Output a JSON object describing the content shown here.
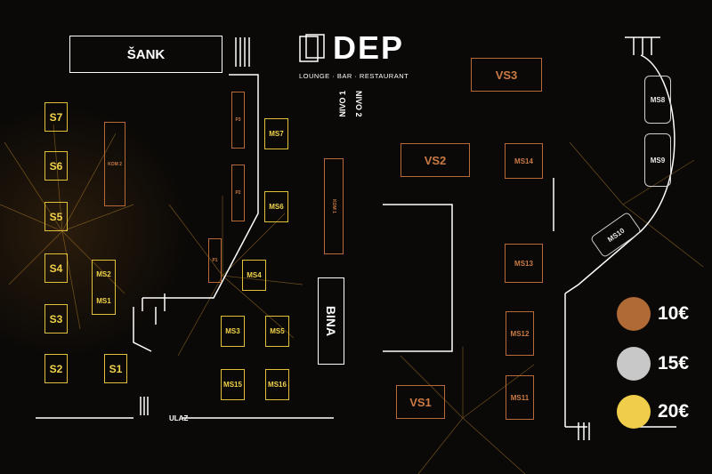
{
  "logo": {
    "brand": "DEP",
    "subtitle": "LOUNGE · BAR · RESTAURANT"
  },
  "levels": {
    "level1": "NIVO 1",
    "level2": "NIVO 2"
  },
  "areas": {
    "bar": "ŠANK",
    "stage": "BINA",
    "entrance": "ULAZ"
  },
  "seats": {
    "S7": "S7",
    "S6": "S6",
    "S5": "S5",
    "S4": "S4",
    "S3": "S3",
    "S2": "S2",
    "S1": "S1",
    "KOM2": "KOM 2",
    "KOM1": "KOM 1",
    "P3": "P3",
    "P2": "P2",
    "P1": "P1",
    "MS1": "MS1",
    "MS2": "MS2",
    "MS3": "MS3",
    "MS4": "MS4",
    "MS5": "MS5",
    "MS6": "MS6",
    "MS7": "MS7",
    "MS8": "MS8",
    "MS9": "MS9",
    "MS10": "MS10",
    "MS11": "MS11",
    "MS12": "MS12",
    "MS13": "MS13",
    "MS14": "MS14",
    "MS15": "MS15",
    "MS16": "MS16",
    "VS1": "VS1",
    "VS2": "VS2",
    "VS3": "VS3"
  },
  "legend": [
    {
      "label": "10€",
      "color": "#b06a35"
    },
    {
      "label": "15€",
      "color": "#c8c8c8"
    },
    {
      "label": "20€",
      "color": "#f0cd4a"
    }
  ],
  "colors": {
    "gold": "#e2c13a",
    "bronze": "#b8693a",
    "line": "#ffffff",
    "background": "#0b0907"
  }
}
